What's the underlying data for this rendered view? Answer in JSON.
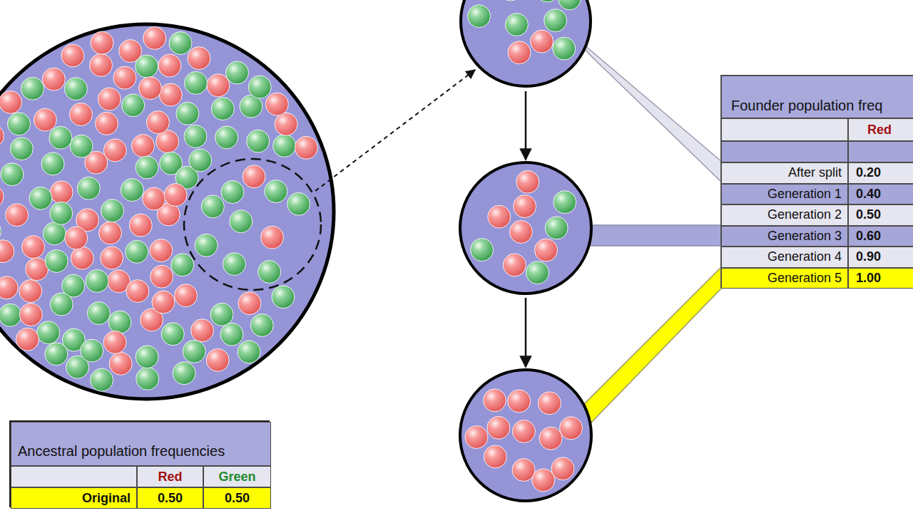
{
  "diagram": {
    "nodes": [
      {
        "text": [
          "Founder population freq"
        ]
      },
      {
        "text": [
          "Ancestral population frequencies"
        ]
      }
    ],
    "labels": [
      "Red",
      "After split",
      "0.20",
      "Generation 1",
      "0.40",
      "Generation 2",
      "0.50",
      "Generation 3",
      "0.60",
      "Generation 4",
      "0.90",
      "Generation 5",
      "1.00",
      "Red",
      "Green",
      "Original",
      "0.50",
      "0.50"
    ]
  }
}
